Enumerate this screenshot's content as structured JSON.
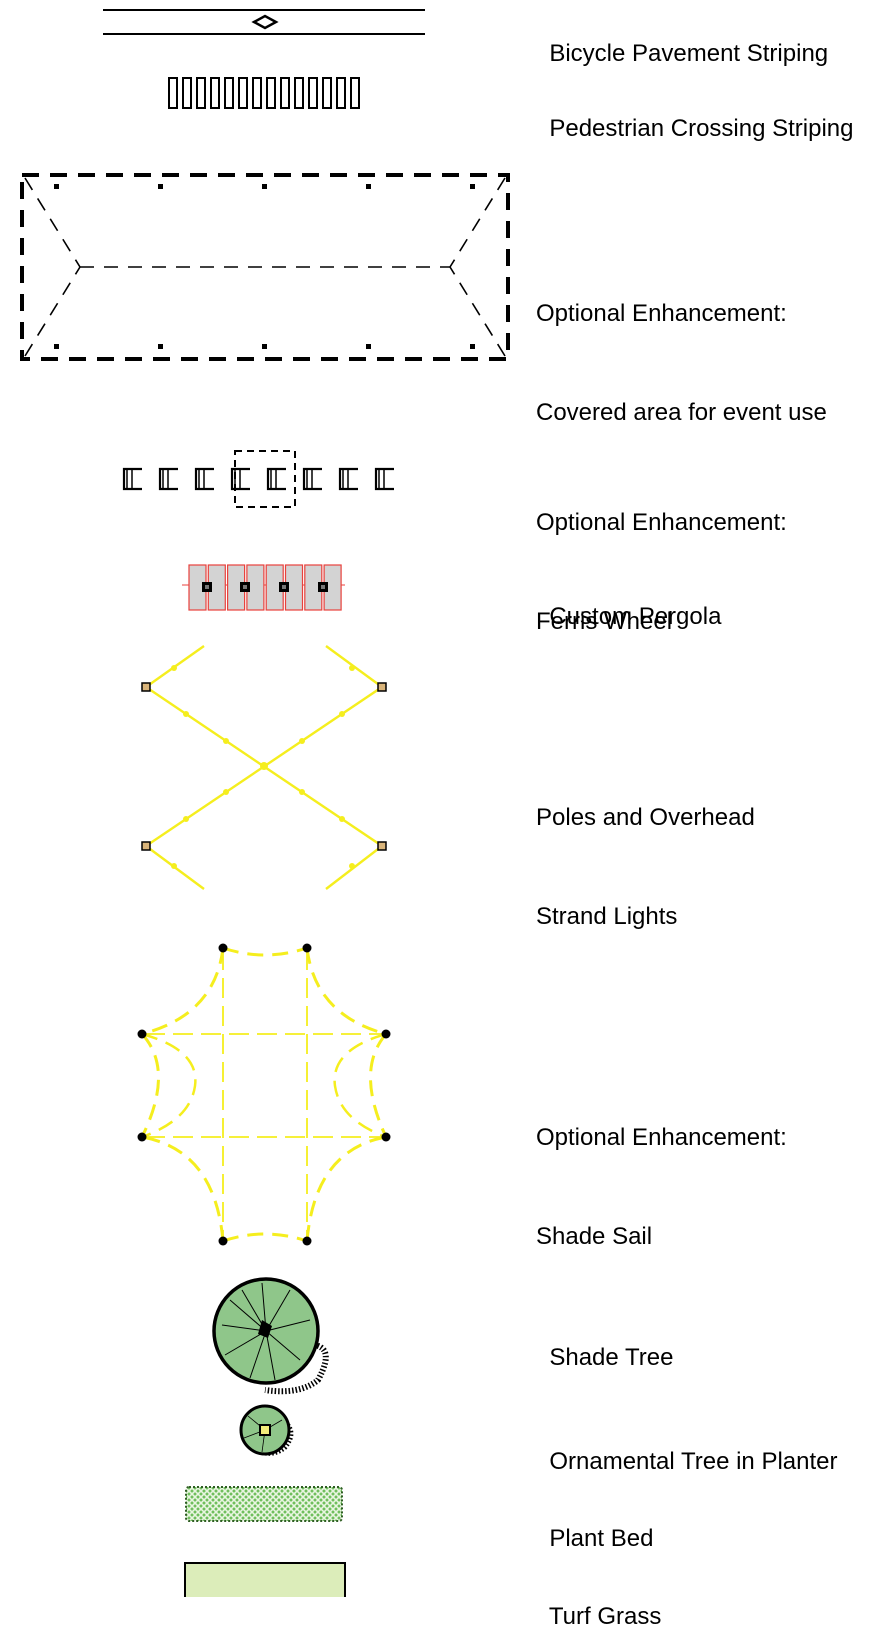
{
  "legend": {
    "items": [
      {
        "id": "bicycle-pavement-striping",
        "lines": [
          "Bicycle Pavement Striping"
        ]
      },
      {
        "id": "pedestrian-crossing-striping",
        "lines": [
          "Pedestrian Crossing Striping"
        ]
      },
      {
        "id": "covered-area",
        "lines": [
          "Optional Enhancement:",
          "Covered area for event use"
        ]
      },
      {
        "id": "ferris-wheel",
        "lines": [
          "Optional Enhancement:",
          "Ferris Wheel"
        ]
      },
      {
        "id": "custom-pergola",
        "lines": [
          "Custom Pergola"
        ]
      },
      {
        "id": "strand-lights",
        "lines": [
          "Poles and Overhead",
          "Strand Lights"
        ]
      },
      {
        "id": "shade-sail",
        "lines": [
          "Optional Enhancement:",
          "Shade Sail"
        ]
      },
      {
        "id": "shade-tree",
        "lines": [
          "Shade Tree"
        ]
      },
      {
        "id": "ornamental-tree",
        "lines": [
          "Ornamental Tree in Planter"
        ]
      },
      {
        "id": "plant-bed",
        "lines": [
          "Plant Bed"
        ]
      },
      {
        "id": "turf-grass",
        "lines": [
          "Turf Grass"
        ]
      }
    ]
  },
  "colors": {
    "line": "#000000",
    "pergola-fill": "#d3d3d3",
    "pergola-outline": "#e8413c",
    "light-strand": "#f5ee1e",
    "pole-fill": "#d9b47a",
    "tree-fill": "#8fc68a",
    "plant-bed-fill": "#6fbf5c",
    "turf-fill": "#dcedba"
  }
}
